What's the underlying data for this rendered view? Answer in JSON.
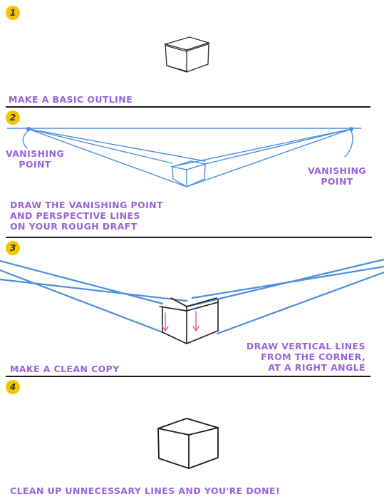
{
  "colors": {
    "accent": "#9a63d8",
    "badge": "#f5c400",
    "perspective_line": "#4a8fe0",
    "guide_arrow": "#e8508a",
    "ink": "#1a1a1a"
  },
  "steps": [
    {
      "number": "1",
      "captions": [
        "MAKE A BASIC OUTLINE"
      ]
    },
    {
      "number": "2",
      "captions": [
        "VANISHING\nPOINT",
        "VANISHING\nPOINT",
        "DRAW THE VANISHING POINT\nAND PERSPECTIVE LINES\nON YOUR ROUGH DRAFT"
      ]
    },
    {
      "number": "3",
      "captions": [
        "MAKE A CLEAN COPY",
        "DRAW VERTICAL LINES\nFROM THE CORNER,\nAT A RIGHT ANGLE"
      ]
    },
    {
      "number": "4",
      "captions": [
        "CLEAN UP UNNECESSARY LINES AND YOU'RE DONE!"
      ]
    }
  ]
}
